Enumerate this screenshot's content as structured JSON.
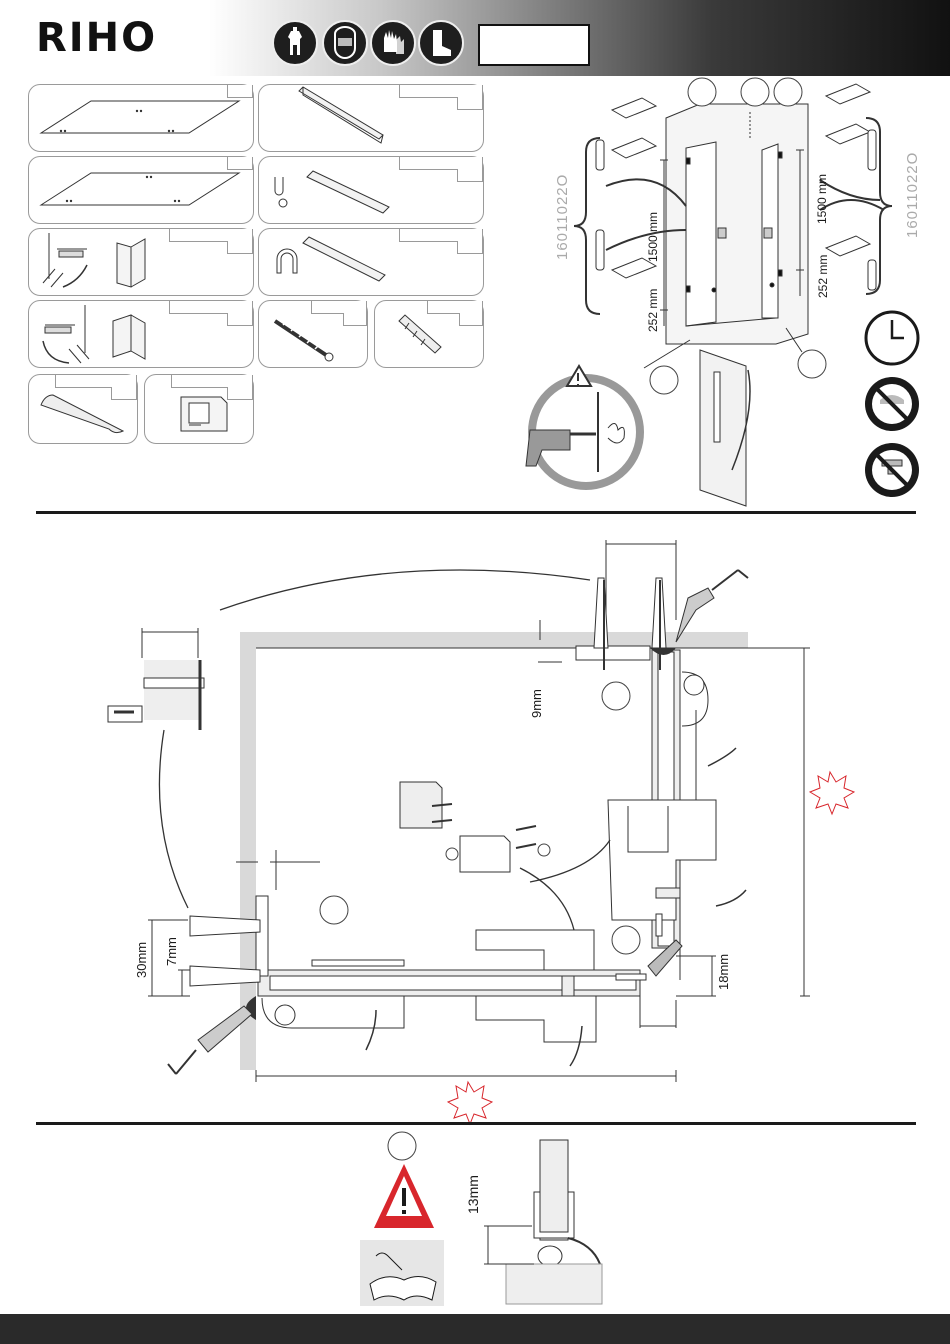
{
  "header": {
    "brand": "RIHO",
    "ppe_icons": [
      "protective-suit-icon",
      "face-shield-icon",
      "gloves-icon",
      "safety-boots-icon"
    ]
  },
  "install": {
    "height_label": "1500 mm",
    "offset_label": "252 mm",
    "product_code": "16011022O"
  },
  "plan": {
    "dim_top": "9mm",
    "dim_wall_a": "30mm",
    "dim_wall_b": "7mm",
    "dim_corner": "18mm"
  },
  "seal": {
    "dim_gap": "13mm"
  },
  "colors": {
    "accent_red": "#d8262c",
    "dark": "#1a1a1a",
    "wall_grey": "#d9d9d9"
  }
}
